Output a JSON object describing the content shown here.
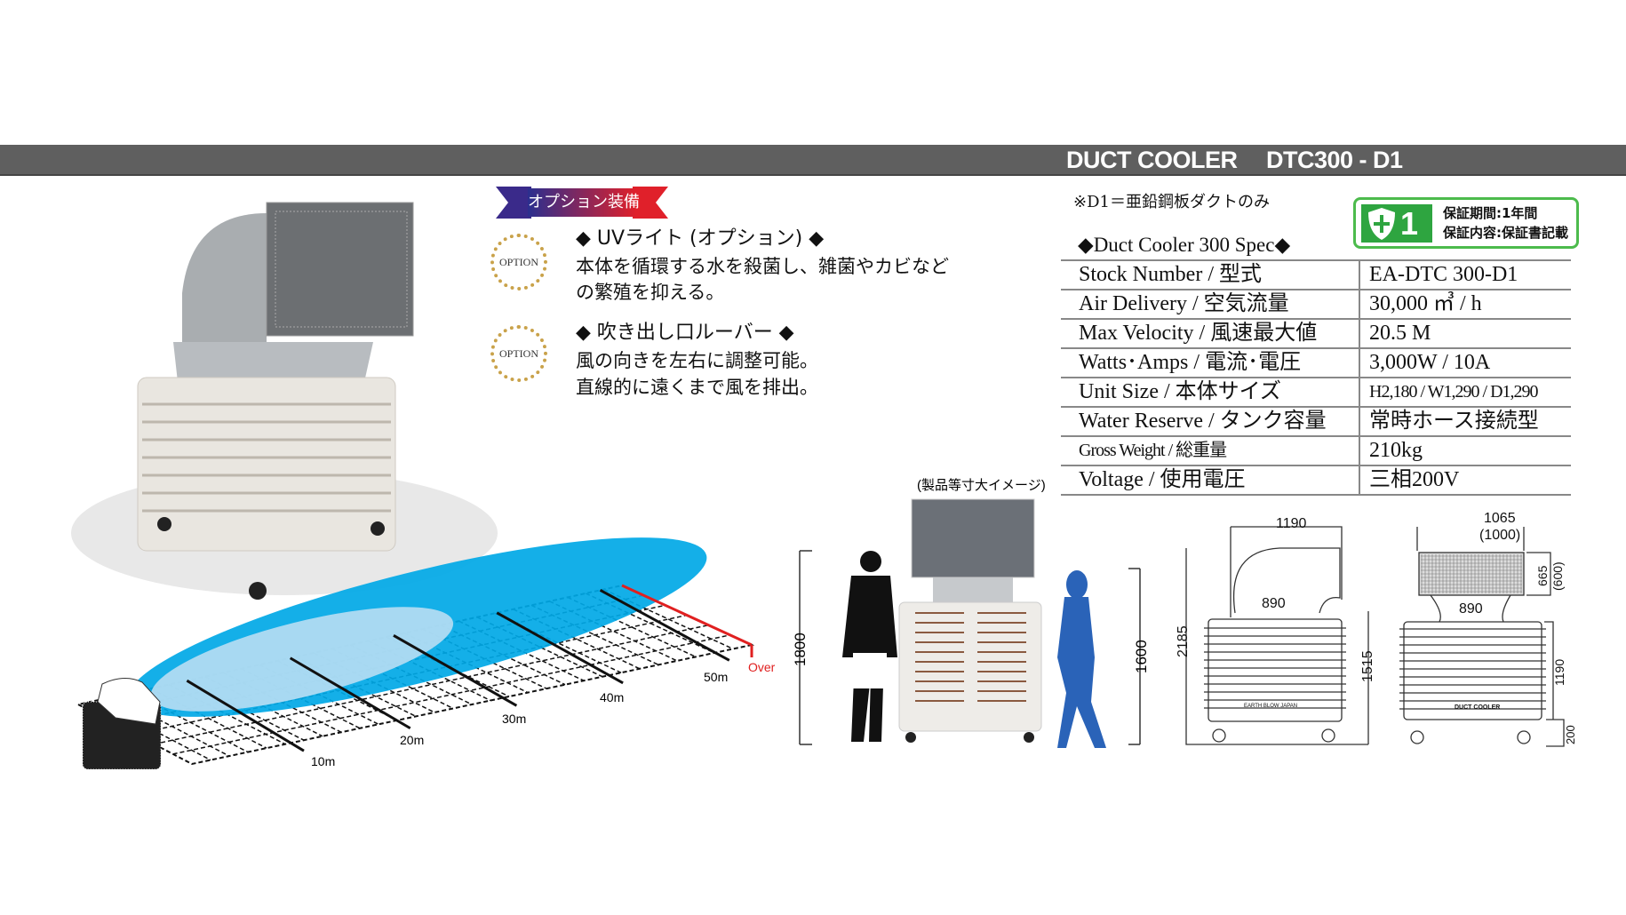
{
  "header": {
    "product": "DUCT COOLER",
    "model": "DTC300 - D1"
  },
  "options": {
    "badge": "オプション装備",
    "medal_label": "OPTION",
    "items": [
      {
        "title": "◆ UVライト (オプション) ◆",
        "lines": [
          "本体を循環する水を殺菌し、雑菌やカビなど",
          "の繁殖を抑える。"
        ]
      },
      {
        "title": "◆ 吹き出し口ルーバー ◆",
        "lines": [
          "風の向きを左右に調整可能。",
          "直線的に遠くまで風を排出。"
        ]
      }
    ]
  },
  "note": "※D1＝亜鉛鋼板ダクトのみ",
  "warranty": {
    "years": "1",
    "period": "保証期間:1年間",
    "content": "保証内容:保証書記載"
  },
  "spec": {
    "title": "◆Duct Cooler 300 Spec◆",
    "rows": [
      {
        "label": "Stock Number / 型式",
        "value": "EA-DTC 300-D1"
      },
      {
        "label": "Air Delivery / 空気流量",
        "value": "30,000 ㎥ / h"
      },
      {
        "label": "Max Velocity / 風速最大値",
        "value": "20.5 M"
      },
      {
        "label": "Watts･Amps / 電流･電圧",
        "value": "3,000W / 10A"
      },
      {
        "label": "Unit Size / 本体サイズ",
        "value": "H2,180 / W1,290 / D1,290"
      },
      {
        "label": "Water Reserve / タンク容量",
        "value": "常時ホース接続型"
      },
      {
        "label": "Gross Weight / 総重量",
        "value": "210kg"
      },
      {
        "label": "Voltage / 使用電圧",
        "value": "三相200V"
      }
    ]
  },
  "airflow": {
    "distances": [
      "10m",
      "20m",
      "30m",
      "40m",
      "50m"
    ],
    "over": "Over",
    "colors": {
      "flow": "#00a8e6",
      "flow_light": "#b8def3",
      "over": "#e02020"
    }
  },
  "size_image": {
    "caption": "(製品等寸大イメージ)",
    "man_height": "1800",
    "woman_height": "1600"
  },
  "dimensions": {
    "side": {
      "top_width": "1190",
      "duct_width": "890",
      "total_height": "2185",
      "body_height": "1515",
      "brand": "EARTH BLOW JAPAN"
    },
    "front": {
      "outer_width": "1065",
      "inner_width": "(1000)",
      "duct_height": "665",
      "duct_inner_height": "(600)",
      "duct_width": "890",
      "body_height": "1190",
      "base_height": "200",
      "brand": "DUCT COOLER"
    }
  }
}
